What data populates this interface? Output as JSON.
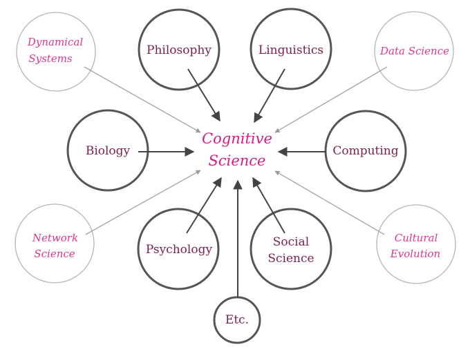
{
  "center": {
    "line1": "Cognitive",
    "line2": "Science"
  },
  "core_fields": {
    "philosophy": "Philosophy",
    "linguistics": "Linguistics",
    "biology": "Biology",
    "computing": "Computing",
    "psychology": "Psychology",
    "social_line1": "Social",
    "social_line2": "Science",
    "etc": "Etc."
  },
  "emerging_fields": {
    "dynamical_line1": "Dynamical",
    "dynamical_line2": "Systems",
    "data_science": "Data Science",
    "network_line1": "Network",
    "network_line2": "Science",
    "cultural_line1": "Cultural",
    "cultural_line2": "Evolution"
  },
  "colors": {
    "center_text": "#d41c82",
    "core_text": "#7a1e4e",
    "emerging_text": "#e0368f",
    "core_stroke": "#555555",
    "emerging_stroke": "#b5b5b5"
  }
}
